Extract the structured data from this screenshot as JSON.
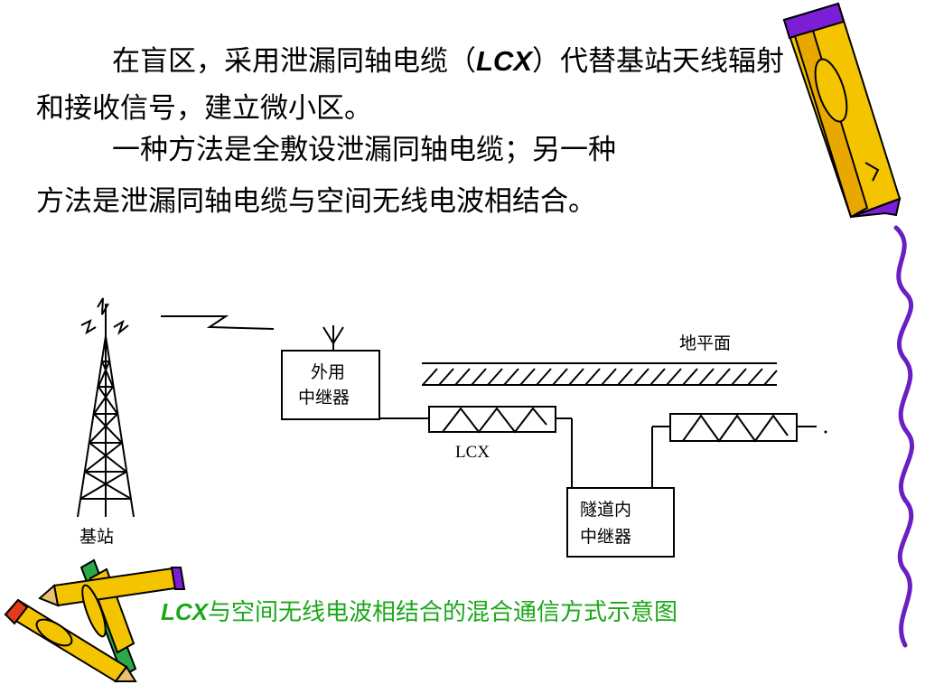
{
  "paragraph1": {
    "part1": "在盲区，采用泄漏同轴电缆（",
    "lcx": "LCX",
    "part2": "）代替基站天线辐射和接收信号，建立微小区。"
  },
  "paragraph2": {
    "line1": "一种方法是全敷设泄漏同轴电缆；另一种",
    "line2": "方法是泄漏同轴电缆与空间无线电波相结合。"
  },
  "diagram": {
    "base_station_label": "基站",
    "outdoor_repeater_line1": "外用",
    "outdoor_repeater_line2": "中继器",
    "ground_label": "地平面",
    "lcx_label": "LCX",
    "tunnel_repeater_line1": "隧道内",
    "tunnel_repeater_line2": "中继器"
  },
  "caption": {
    "lcx": "LCX",
    "text": "与空间无线电波相结合的混合通信方式示意图"
  },
  "colors": {
    "caption": "#1aa81a",
    "pencil_body": "#f5c400",
    "pencil_trim": "#7a1fd6",
    "pencil_eraser": "#e23a1c",
    "pencil_green": "#2aa84a",
    "squiggle": "#6a1fc2"
  }
}
